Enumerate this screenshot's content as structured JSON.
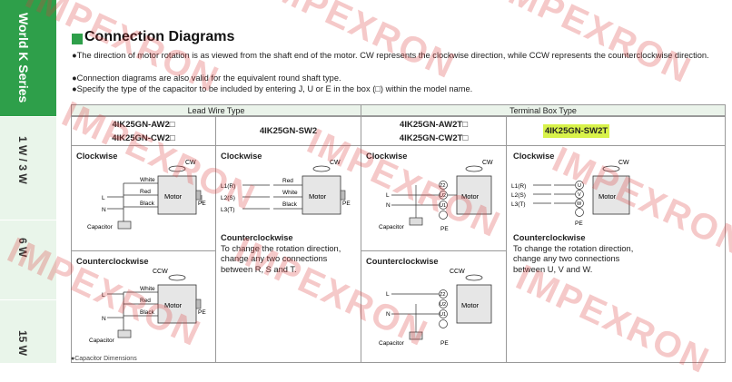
{
  "side": {
    "series": "World K Series",
    "tab1": "1 W / 3 W",
    "tab2": "6 W",
    "tab3": "15 W"
  },
  "title": "Connection Diagrams",
  "bullets": [
    "The direction of motor rotation is as viewed from the shaft end of the motor. CW represents the clockwise direction, while CCW represents the counterclockwise direction.",
    "Connection diagrams are also valid for the equivalent round shaft type.",
    "Specify the type of the capacitor to be included by entering J, U or E in the box (□) within the model name."
  ],
  "groups": {
    "lead": "Lead Wire Type",
    "terminal": "Terminal Box Type"
  },
  "models": {
    "m1a": "4IK25GN-AW2□",
    "m1b": "4IK25GN-CW2□",
    "m2": "4IK25GN-SW2",
    "m3a": "4IK25GN-AW2T□",
    "m3b": "4IK25GN-CW2T□",
    "m4": "4IK25GN-SW2T"
  },
  "labels": {
    "cw": "Clockwise",
    "ccw": "Counterclockwise"
  },
  "notes": {
    "sw2": "To change the rotation direction, change any two connections between R, S and T.",
    "sw2t": "To change the rotation direction, change any two connections between U, V and W."
  },
  "diagram": {
    "motor": "Motor",
    "cw": "CW",
    "ccw": "CCW",
    "pe": "PE",
    "capacitor": "Capacitor",
    "white": "White",
    "red": "Red",
    "black": "Black",
    "L": "L",
    "N": "N",
    "L1": "L1(R)",
    "L2": "L2(S)",
    "L3": "L3(T)",
    "z2": "Z2",
    "u2": "U2",
    "u1": "U1",
    "u": "U",
    "v": "V",
    "w": "W"
  },
  "watermark": "IMPEXRON",
  "footer": "●Capacitor Dimensions"
}
